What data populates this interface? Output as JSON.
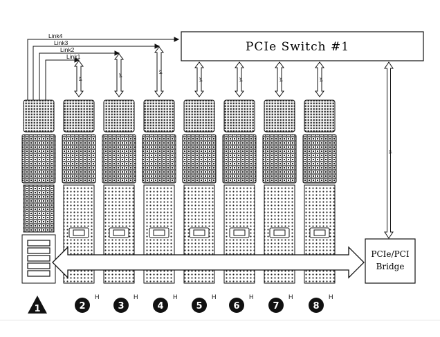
{
  "switch": {
    "label": "PCIe Switch #1"
  },
  "bridge": {
    "line1": "PCIe/PCI",
    "line2": "Bridge"
  },
  "links": [
    "Link4",
    "Link3",
    "Link2",
    "Link1"
  ],
  "slot_link_width": "x4",
  "bridge_link_width": "x1",
  "slots": [
    {
      "number": "1",
      "suffix": ""
    },
    {
      "number": "2",
      "suffix": "H"
    },
    {
      "number": "3",
      "suffix": "H"
    },
    {
      "number": "4",
      "suffix": "H"
    },
    {
      "number": "5",
      "suffix": "H"
    },
    {
      "number": "6",
      "suffix": "H"
    },
    {
      "number": "7",
      "suffix": "H"
    },
    {
      "number": "8",
      "suffix": "H"
    }
  ],
  "colors": {
    "line": "#111111",
    "background": "#ffffff",
    "connector_fill": "#f2f2f2"
  }
}
